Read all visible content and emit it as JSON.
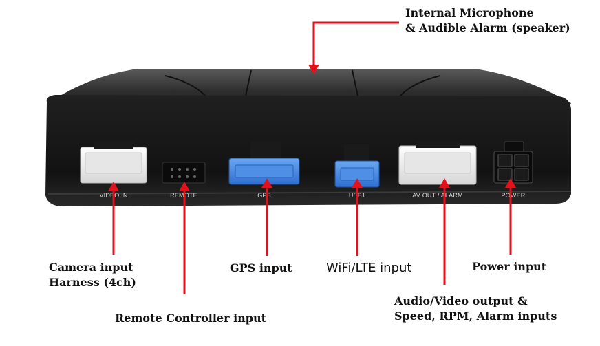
{
  "colors": {
    "arrow": "#e3111b",
    "device_body": "#1f1f1f",
    "device_face": "#141414",
    "connector_white": "#eeeeee",
    "connector_blue": "#3a7fe0",
    "text": "#111111"
  },
  "device": {
    "ports": [
      {
        "label": "VIDEO IN",
        "kind": "white-wide"
      },
      {
        "label": "REMOTE",
        "kind": "black-pin"
      },
      {
        "label": "GPS",
        "kind": "blue-wide"
      },
      {
        "label": "USB1",
        "kind": "blue-small"
      },
      {
        "label": "AV OUT / ALARM",
        "kind": "white-wide"
      },
      {
        "label": "POWER",
        "kind": "black-square"
      }
    ]
  },
  "callouts": {
    "microphone": {
      "line1": "Internal Microphone",
      "line2": "& Audible Alarm (speaker)"
    },
    "camera": {
      "line1": "Camera input",
      "line2": "Harness (4ch)"
    },
    "remote": {
      "line1": "Remote Controller input"
    },
    "gps": {
      "line1": "GPS input"
    },
    "wifi": {
      "line1": "WiFi/LTE input"
    },
    "power": {
      "line1": "Power input"
    },
    "av": {
      "line1": "Audio/Video output &",
      "line2": "Speed, RPM, Alarm inputs"
    }
  }
}
